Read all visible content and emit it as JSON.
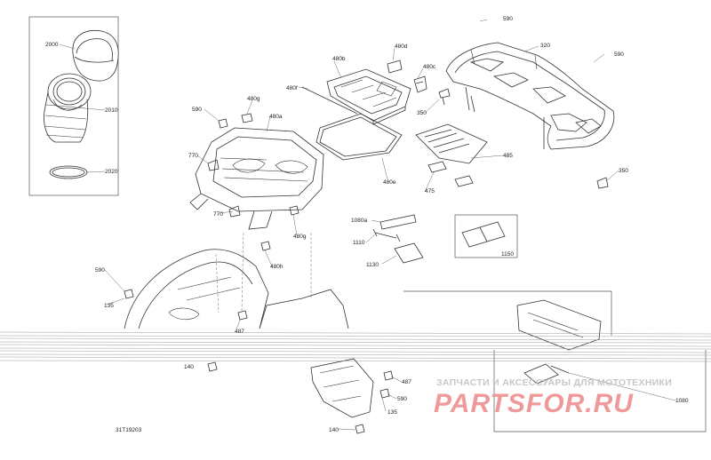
{
  "diagram": {
    "doc_id": "31T19203",
    "watermark": {
      "subtitle": "ЗАПЧАСТИ И АКСЕССУАРЫ ДЛЯ МОТОТЕХНИКИ",
      "brand": "PARTSFOR.RU"
    },
    "callouts": [
      {
        "id": "c590a",
        "text": "590"
      },
      {
        "id": "c2000",
        "text": "2000"
      },
      {
        "id": "c2010",
        "text": "2010"
      },
      {
        "id": "c2020",
        "text": "2020"
      },
      {
        "id": "c320",
        "text": "320"
      },
      {
        "id": "c590b",
        "text": "590"
      },
      {
        "id": "c480d",
        "text": "480d"
      },
      {
        "id": "c480b",
        "text": "480b"
      },
      {
        "id": "c480c",
        "text": "480c"
      },
      {
        "id": "c480f",
        "text": "480f"
      },
      {
        "id": "c350a",
        "text": "350"
      },
      {
        "id": "c480g",
        "text": "480g"
      },
      {
        "id": "c590c",
        "text": "590"
      },
      {
        "id": "c480a",
        "text": "480a"
      },
      {
        "id": "c770a",
        "text": "770"
      },
      {
        "id": "c485",
        "text": "485"
      },
      {
        "id": "c480e",
        "text": "480e"
      },
      {
        "id": "c475",
        "text": "475"
      },
      {
        "id": "c350b",
        "text": "350"
      },
      {
        "id": "c770b",
        "text": "770"
      },
      {
        "id": "c1080a",
        "text": "1080a"
      },
      {
        "id": "c480gb",
        "text": "480g"
      },
      {
        "id": "c1110",
        "text": "1110"
      },
      {
        "id": "c1130",
        "text": "1130"
      },
      {
        "id": "c1150",
        "text": "1150"
      },
      {
        "id": "c480h",
        "text": "480h"
      },
      {
        "id": "c590d",
        "text": "590"
      },
      {
        "id": "c135a",
        "text": "135"
      },
      {
        "id": "c487a",
        "text": "487"
      },
      {
        "id": "c140a",
        "text": "140"
      },
      {
        "id": "c487b",
        "text": "487"
      },
      {
        "id": "c590e",
        "text": "590"
      },
      {
        "id": "c135b",
        "text": "135"
      },
      {
        "id": "c1080",
        "text": "1080"
      },
      {
        "id": "c140b",
        "text": "140"
      }
    ]
  }
}
